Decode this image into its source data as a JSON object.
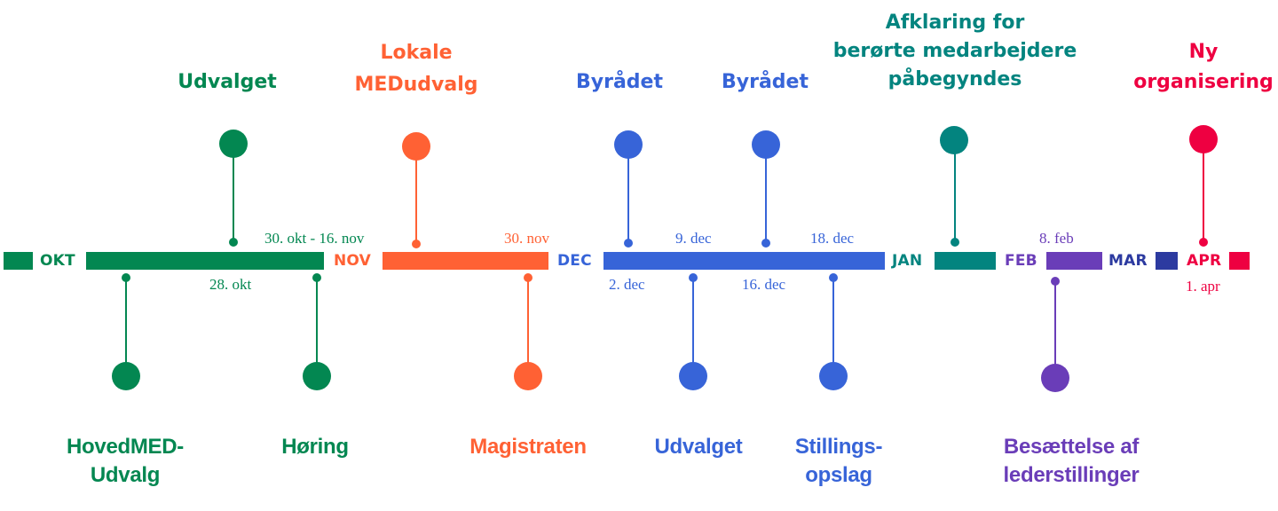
{
  "colors": {
    "green": "#038751",
    "orange": "#FF6134",
    "blue": "#3764D8",
    "teal": "#03847F",
    "purple": "#6A3DB8",
    "navy": "#2C3AA0",
    "red": "#EE0041"
  },
  "months": [
    {
      "label": "OKT",
      "color": "#038751"
    },
    {
      "label": "NOV",
      "color": "#FF6134"
    },
    {
      "label": "DEC",
      "color": "#3764D8"
    },
    {
      "label": "JAN",
      "color": "#03847F"
    },
    {
      "label": "FEB",
      "color": "#6A3DB8"
    },
    {
      "label": "MAR",
      "color": "#2C3AA0"
    },
    {
      "label": "APR",
      "color": "#EE0041"
    }
  ],
  "events_above": [
    {
      "title": "Udvalget",
      "date": "30. okt - 16. nov",
      "color": "#038751"
    },
    {
      "title": "Lokale MEDudvalg",
      "title_lines": [
        "Lokale",
        "MEDudvalg"
      ],
      "date": "30. nov",
      "color": "#FF6134"
    },
    {
      "title": "Byrådet",
      "date": "9. dec",
      "color": "#3764D8"
    },
    {
      "title": "Byrådet",
      "date": "18. dec",
      "color": "#3764D8"
    },
    {
      "title": "Afklaring for berørte medarbejdere påbegyndes",
      "title_lines": [
        "Afklaring for",
        "berørte medarbejdere",
        "påbegyndes"
      ],
      "date": "",
      "color": "#03847F"
    },
    {
      "title": "Ny organisering",
      "title_lines": [
        "Ny",
        "organisering"
      ],
      "date": "",
      "color": "#EE0041"
    }
  ],
  "events_below": [
    {
      "title": "HovedMED-Udvalg",
      "title_lines": [
        "HovedMED-",
        "Udvalg"
      ],
      "date": "28. okt",
      "color": "#038751"
    },
    {
      "title": "Høring",
      "date": "",
      "color": "#038751"
    },
    {
      "title": "Magistraten",
      "date": "",
      "color": "#FF6134"
    },
    {
      "title": "Udvalget",
      "date": "2. dec",
      "color": "#3764D8"
    },
    {
      "title": "Stillings-opslag",
      "title_lines": [
        "Stillings-",
        "opslag"
      ],
      "date": "16. dec",
      "color": "#3764D8"
    },
    {
      "title": "Besættelse af lederstillinger",
      "title_lines": [
        "Besættelse af",
        "lederstillinger"
      ],
      "date": "",
      "color": "#6A3DB8"
    }
  ],
  "date_labels": {
    "okt_nov": "30. okt - 16. nov",
    "okt28": "28. okt",
    "nov30": "30. nov",
    "dec9": "9. dec",
    "dec18": "18. dec",
    "dec2": "2. dec",
    "dec16": "16. dec",
    "feb8": "8. feb",
    "apr1": "1. apr"
  }
}
